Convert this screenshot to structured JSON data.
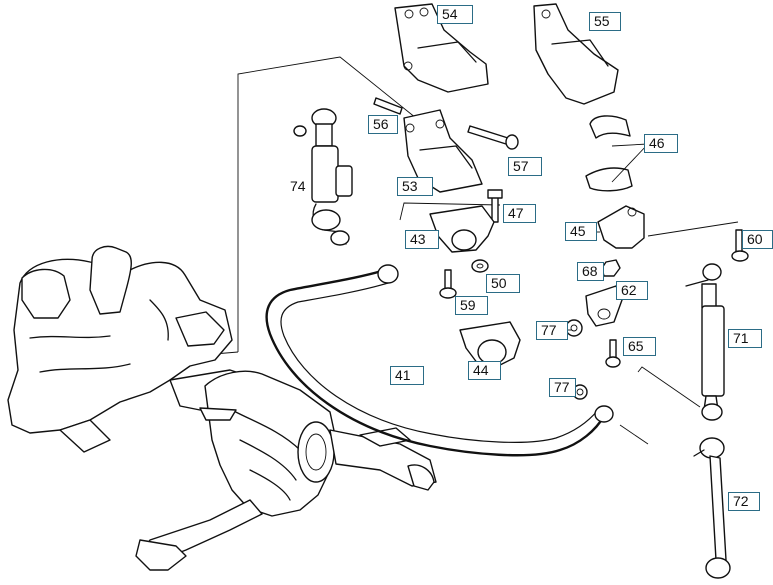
{
  "labels": {
    "p41": "41",
    "p43": "43",
    "p44": "44",
    "p45": "45",
    "p46": "46",
    "p47": "47",
    "p50": "50",
    "p53": "53",
    "p54": "54",
    "p55": "55",
    "p56": "56",
    "p57": "57",
    "p59": "59",
    "p60": "60",
    "p62": "62",
    "p65": "65",
    "p68": "68",
    "p71": "71",
    "p72": "72",
    "p74": "74",
    "p77a": "77",
    "p77b": "77"
  },
  "colors": {
    "callout_border": "#2b6c86",
    "line": "#111111",
    "background": "#ffffff"
  }
}
